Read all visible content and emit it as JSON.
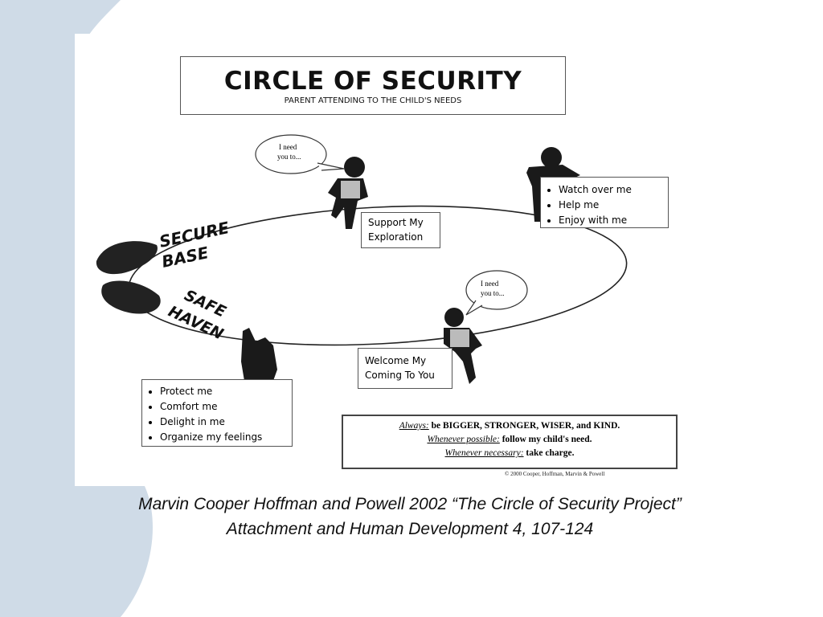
{
  "diagram": {
    "title": "CIRCLE OF SECURITY",
    "subtitle": "PARENT ATTENDING TO THE CHILD'S NEEDS",
    "secure_base_line1": "SECURE",
    "secure_base_line2": "BASE",
    "safe_haven_line1": "SAFE",
    "safe_haven_line2": "HAVEN",
    "bubble_top": [
      "I need",
      "you to..."
    ],
    "bubble_right": [
      "I need",
      "you to..."
    ],
    "support_box": [
      "Support My",
      "Exploration"
    ],
    "welcome_box": [
      "Welcome My",
      "Coming To You"
    ],
    "top_right_list": [
      "Watch over me",
      "Help me",
      "Enjoy with me"
    ],
    "bottom_left_list": [
      "Protect me",
      "Comfort me",
      "Delight in me",
      "Organize my feelings"
    ],
    "rules": {
      "line1_lead": "Always:",
      "line1_rest": " be BIGGER, STRONGER, WISER, and KIND.",
      "line2_lead": "Whenever possible:",
      "line2_rest": " follow my child's need.",
      "line3_lead": "Whenever necessary:",
      "line3_rest": " take charge."
    },
    "copyright": "© 2000 Cooper, Hoffman, Marvin & Powell"
  },
  "caption": "Marvin Cooper Hoffman and Powell 2002 “The Circle of Security Project” Attachment and Human Development 4, 107-124",
  "colors": {
    "background_accent": "#cfdbe7",
    "ink": "#111111"
  }
}
